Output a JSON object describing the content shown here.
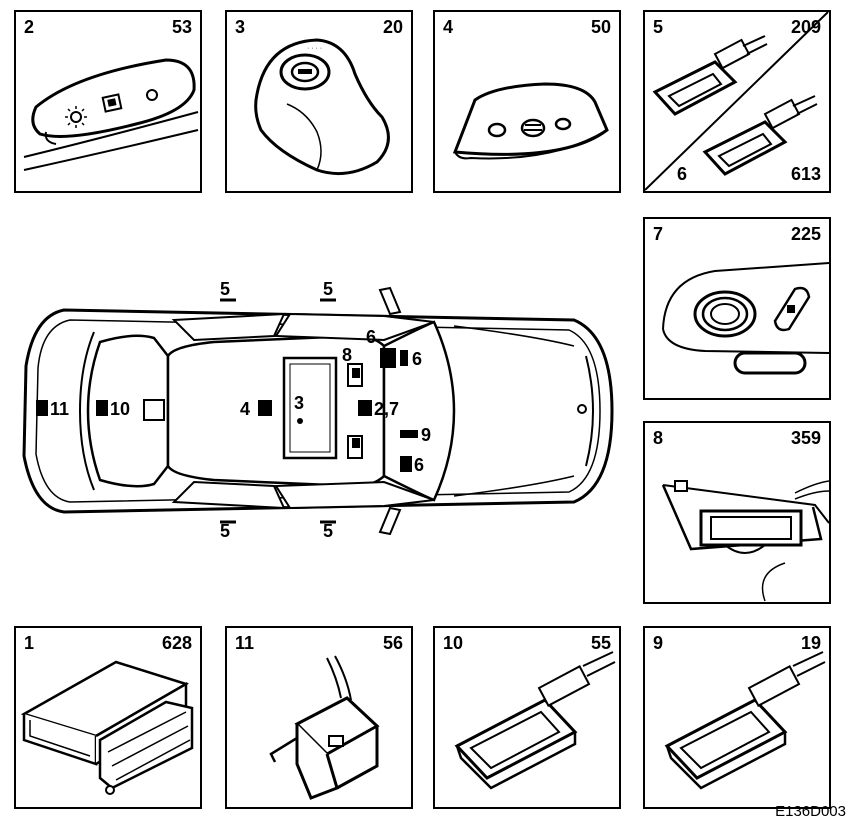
{
  "panels": {
    "p2": {
      "part": "2",
      "code": "53"
    },
    "p3": {
      "part": "3",
      "code": "20"
    },
    "p4": {
      "part": "4",
      "code": "50"
    },
    "p5": {
      "part": "5",
      "code": "209"
    },
    "p6": {
      "part": "6",
      "code": "613"
    },
    "p7": {
      "part": "7",
      "code": "225"
    },
    "p8": {
      "part": "8",
      "code": "359"
    },
    "p1": {
      "part": "1",
      "code": "628"
    },
    "p11": {
      "part": "11",
      "code": "56"
    },
    "p10": {
      "part": "10",
      "code": "55"
    },
    "p9": {
      "part": "9",
      "code": "19"
    }
  },
  "car": {
    "labels": {
      "l5_top_left": "5",
      "l5_top_right": "5",
      "l5_bottom_left": "5",
      "l5_bottom_right": "5",
      "l6_top": "6",
      "l6_mid": "6",
      "l6_low": "6",
      "l8": "8",
      "l4": "4",
      "l3": "3",
      "l27": "2,7",
      "l9": "9",
      "l11": "11",
      "l10": "10"
    }
  },
  "reference": "E136D003"
}
